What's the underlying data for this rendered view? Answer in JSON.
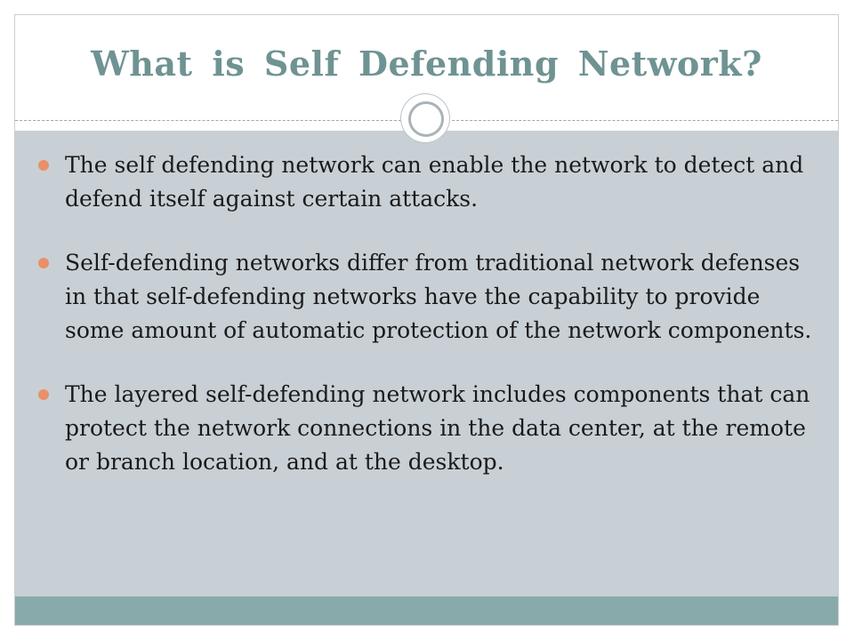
{
  "slide": {
    "title": "What is Self Defending Network?",
    "bullets": [
      "The self defending network can enable the network to detect and defend itself against certain attacks.",
      "Self-defending networks differ from traditional network defenses in that self-defending networks have the capability to provide some amount of automatic protection of the network components.",
      "The layered self-defending network includes components that can protect the network connections in the data center, at the remote or branch location, and at the desktop."
    ]
  },
  "colors": {
    "title": "#6f9393",
    "body_background": "#c8d0d6",
    "footer_bar": "#89aaaa",
    "bullet_marker": "#e8906a"
  },
  "icons": {
    "divider_ornament": "ring-icon",
    "bullet_marker": "bullet-dot-icon"
  }
}
